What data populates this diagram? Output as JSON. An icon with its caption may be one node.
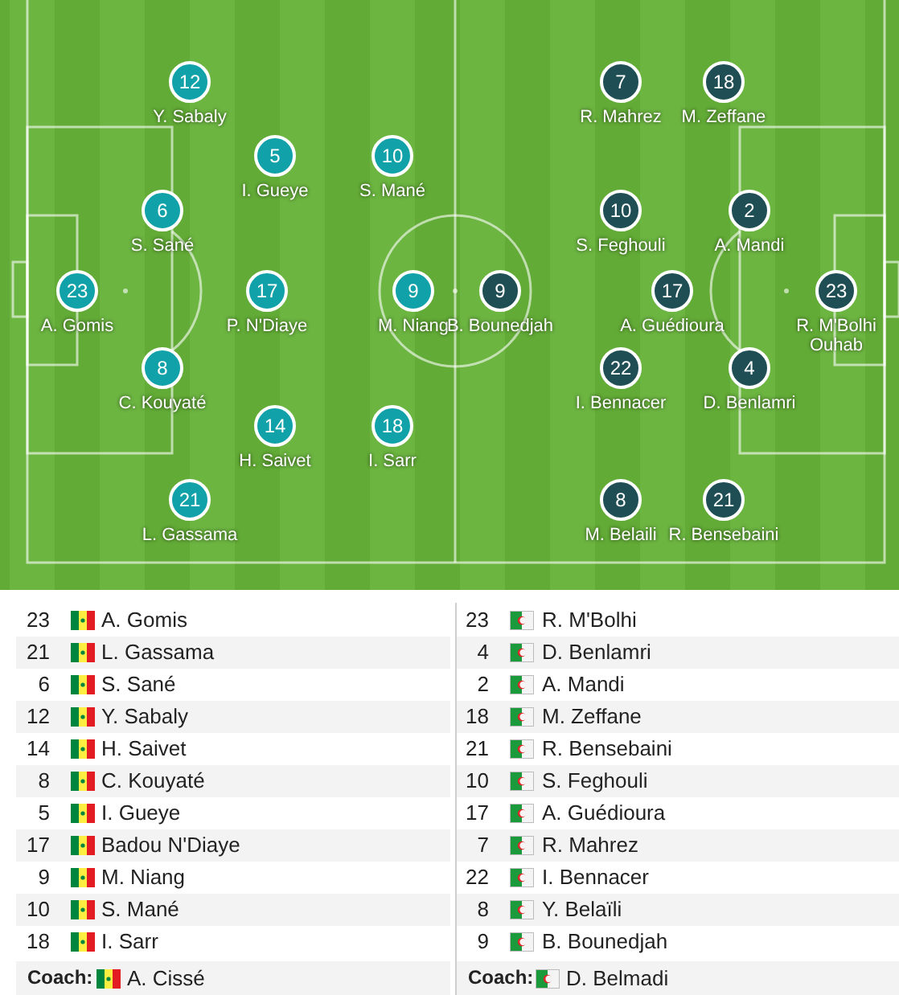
{
  "diagram": {
    "nodes": [
      {
        "text": [
          "12"
        ],
        "beside": [
          "Y. Sabaly"
        ]
      },
      {
        "text": [
          "5"
        ],
        "beside": [
          "I. Gueye"
        ]
      },
      {
        "text": [
          "10"
        ],
        "beside": [
          "S. Mané"
        ]
      },
      {
        "text": [
          "6"
        ],
        "beside": [
          "S. Sané"
        ]
      },
      {
        "text": [
          "23"
        ],
        "beside": [
          "A. Gomis"
        ]
      },
      {
        "text": [
          "17"
        ],
        "beside": [
          "P. N'Diaye"
        ]
      },
      {
        "text": [
          "9"
        ],
        "beside": [
          "M. Niang"
        ]
      },
      {
        "text": [
          "8"
        ],
        "beside": [
          "C. Kouyaté"
        ]
      },
      {
        "text": [
          "14"
        ],
        "beside": [
          "H. Saivet"
        ]
      },
      {
        "text": [
          "18"
        ],
        "beside": [
          "I. Sarr"
        ]
      },
      {
        "text": [
          "21"
        ],
        "beside": [
          "L. Gassama"
        ]
      },
      {
        "text": [
          "7"
        ],
        "beside": [
          "R. Mahrez"
        ]
      },
      {
        "text": [
          "18"
        ],
        "beside": [
          "M. Zeffane"
        ]
      },
      {
        "text": [
          "10"
        ],
        "beside": [
          "S. Feghouli"
        ]
      },
      {
        "text": [
          "2"
        ],
        "beside": [
          "A. Mandi"
        ]
      },
      {
        "text": [
          "9"
        ],
        "beside": [
          "B. Bounedjah"
        ]
      },
      {
        "text": [
          "17"
        ],
        "beside": [
          "A. Guédioura"
        ]
      },
      {
        "text": [
          "23"
        ],
        "beside": [
          "R. M'Bolhi Ouhab"
        ]
      },
      {
        "text": [
          "22"
        ],
        "beside": [
          "I. Bennacer"
        ]
      },
      {
        "text": [
          "4"
        ],
        "beside": [
          "D. Benlamri"
        ]
      },
      {
        "text": [
          "8"
        ],
        "beside": [
          "M. Belaili"
        ]
      },
      {
        "text": [
          "21"
        ],
        "beside": [
          "R. Bensebaini"
        ]
      }
    ],
    "labels": [
      "23",
      "A. Gomis",
      "23",
      "R. M'Bolhi",
      "21",
      "L. Gassama",
      "4",
      "D. Benlamri",
      "6",
      "S. Sané",
      "2",
      "A. Mandi",
      "12",
      "Y. Sabaly",
      "18",
      "M. Zeffane",
      "14",
      "H. Saivet",
      "21",
      "R. Bensebaini",
      "8",
      "C. Kouyaté",
      "10",
      "S. Feghouli",
      "5",
      "I. Gueye",
      "17",
      "A. Guédioura",
      "17",
      "Badou N'Diaye",
      "7",
      "R. Mahrez",
      "9",
      "M. Niang",
      "22",
      "I. Bennacer",
      "10",
      "S. Mané",
      "8",
      "Y. Belaïli",
      "18",
      "I. Sarr",
      "9",
      "B. Bounedjah",
      "Coach:",
      "A. Cissé",
      "Coach:",
      "D. Belmadi"
    ]
  }
}
